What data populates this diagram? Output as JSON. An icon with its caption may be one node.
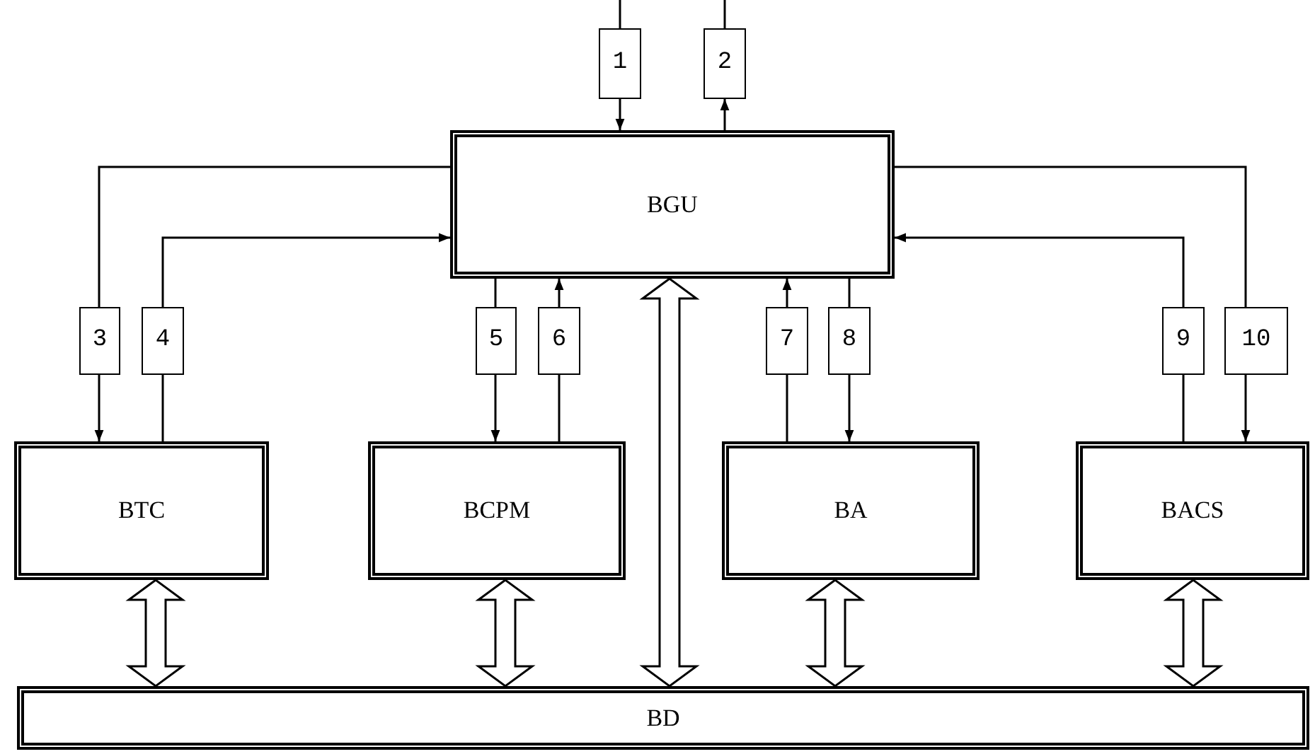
{
  "diagram": {
    "nodes": [
      {
        "text": [
          "BGU"
        ]
      },
      {
        "text": [
          "BTC"
        ]
      },
      {
        "text": [
          "BCPM"
        ]
      },
      {
        "text": [
          "BA"
        ]
      },
      {
        "text": [
          "BACS"
        ]
      },
      {
        "text": [
          "BD"
        ]
      },
      {
        "text": [
          "1"
        ]
      },
      {
        "text": [
          "2"
        ]
      },
      {
        "text": [
          "3"
        ]
      },
      {
        "text": [
          "4"
        ]
      },
      {
        "text": [
          "5"
        ]
      },
      {
        "text": [
          "6"
        ]
      },
      {
        "text": [
          "7"
        ]
      },
      {
        "text": [
          "8"
        ]
      },
      {
        "text": [
          "9"
        ]
      },
      {
        "text": [
          "10"
        ]
      }
    ],
    "edges": [
      {
        "from": null,
        "to": 6,
        "arrow": "none"
      },
      {
        "from": 6,
        "to": 0,
        "arrow": "to"
      },
      {
        "from": 0,
        "to": 7,
        "arrow": "to"
      },
      {
        "from": 7,
        "to": null,
        "arrow": "none"
      },
      {
        "from": 0,
        "to": 8,
        "arrow": "none"
      },
      {
        "from": 8,
        "to": 1,
        "arrow": "to"
      },
      {
        "from": 1,
        "to": 9,
        "arrow": "none"
      },
      {
        "from": 9,
        "to": 0,
        "arrow": "to"
      },
      {
        "from": 0,
        "to": 10,
        "arrow": "none"
      },
      {
        "from": 10,
        "to": 2,
        "arrow": "to"
      },
      {
        "from": 2,
        "to": 11,
        "arrow": "none"
      },
      {
        "from": 11,
        "to": 0,
        "arrow": "to"
      },
      {
        "from": 3,
        "to": 12,
        "arrow": "none"
      },
      {
        "from": 12,
        "to": 0,
        "arrow": "to"
      },
      {
        "from": 0,
        "to": 13,
        "arrow": "none"
      },
      {
        "from": 13,
        "to": 3,
        "arrow": "to"
      },
      {
        "from": 4,
        "to": 14,
        "arrow": "none"
      },
      {
        "from": 14,
        "to": 0,
        "arrow": "to"
      },
      {
        "from": 0,
        "to": 15,
        "arrow": "none"
      },
      {
        "from": 15,
        "to": 4,
        "arrow": "to"
      },
      {
        "from": 1,
        "to": 5,
        "arrow": "both",
        "style": "thick"
      },
      {
        "from": 2,
        "to": 5,
        "arrow": "both",
        "style": "thick"
      },
      {
        "from": 0,
        "to": 5,
        "arrow": "both",
        "style": "thick"
      },
      {
        "from": 3,
        "to": 5,
        "arrow": "both",
        "style": "thick"
      },
      {
        "from": 4,
        "to": 5,
        "arrow": "both",
        "style": "thick"
      }
    ]
  }
}
